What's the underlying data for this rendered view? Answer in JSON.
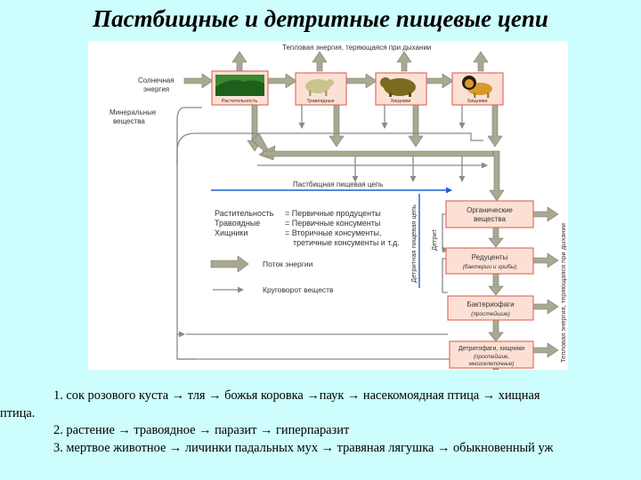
{
  "title": "Пастбищные и детритные пищевые цепи",
  "diagram": {
    "heat_top": "Тепловая энергия, теряющаяся при дыхании",
    "heat_right": "Тепловая энергия, теряющаяся при дыхании",
    "sun": [
      "Солнечная",
      "энергия"
    ],
    "minerals": [
      "Минеральные",
      "вещества"
    ],
    "producers_caption": "Растительность",
    "herbivores_caption": "Травоядные",
    "carnivores1_caption": "Хищники",
    "carnivores2_caption": "Хищники",
    "grazing_chain": "Пастбищная пищевая цепь",
    "detritus_chain": "Детритная пищевая цепь",
    "detritus": "Детрит",
    "legend_rows": [
      [
        "Растительность",
        "= Первичные продуценты"
      ],
      [
        "Травоядные",
        "= Первичные консументы"
      ],
      [
        "Хищники",
        "= Вторичные консументы,"
      ],
      [
        "",
        "третичные консументы и т.д."
      ]
    ],
    "energy_flow": "Поток энергии",
    "matter_cycle": "Круговорот веществ",
    "box_organic": [
      "Органические",
      "вещества"
    ],
    "box_reducers": "Редуценты",
    "box_reducers_sub": "(бактерии и грибы)",
    "box_bacteriophages": "Бактериофаги",
    "box_bacteriophages_sub": "(простейшие)",
    "box_detritophages": "Детритофаги, хищники",
    "box_detritophages_sub": [
      "(простейшие,",
      "многоклеточные)"
    ]
  },
  "chains": [
    "1. сок розового куста → тля → божья коровка →паук → насекомоядная птица → хищная",
    "птица.",
    "2. растение → травоядное → паразит → гиперпаразит",
    "3. мертвое животное → личинки падальных мух → травяная лягушка → обыкновенный уж"
  ],
  "colors": {
    "background": "#cdfdfd",
    "box_fill": "#fde0d4",
    "box_border": "#e07060",
    "energy_arrow": "#aaa892",
    "cycle_arrow": "#8a8a8a",
    "grazing_line": "#1f5fd0"
  }
}
